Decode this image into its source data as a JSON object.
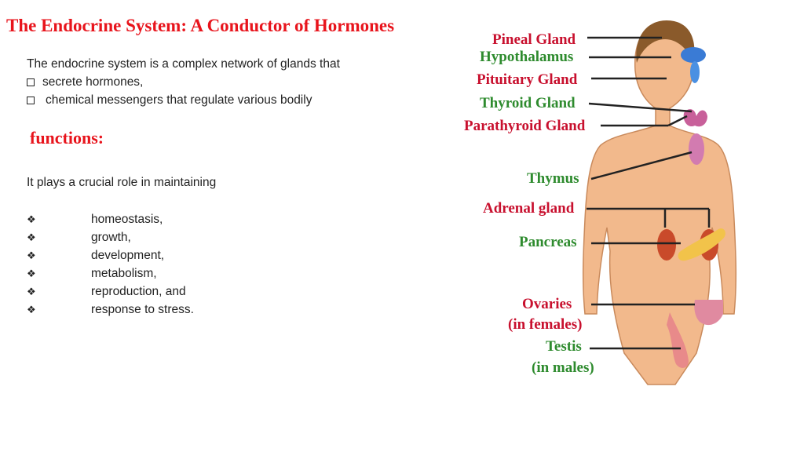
{
  "title": "The Endocrine System: A Conductor of Hormones",
  "intro": {
    "line1": "The endocrine system is a complex network of glands that",
    "checks": [
      {
        "text": "secrete hormones,"
      },
      {
        "text": "chemical messengers that regulate various bodily"
      }
    ]
  },
  "subheading": "functions:",
  "role_text": "It plays a crucial role in maintaining",
  "bullets": [
    {
      "text": "homeostasis,"
    },
    {
      "text": "growth,"
    },
    {
      "text": "development,"
    },
    {
      "text": "metabolism,"
    },
    {
      "text": "reproduction, and"
    },
    {
      "text": "response to stress."
    }
  ],
  "diagram": {
    "labels": [
      {
        "text": "Pineal Gland",
        "color": "#c8102e"
      },
      {
        "text": "Hypothalamus",
        "color": "#2e8b2e"
      },
      {
        "text": "Pituitary Gland",
        "color": "#c8102e"
      },
      {
        "text": "Thyroid Gland",
        "color": "#2e8b2e"
      },
      {
        "text": "Parathyroid Gland",
        "color": "#c8102e"
      },
      {
        "text": "Thymus",
        "color": "#2e8b2e"
      },
      {
        "text": "Adrenal gland",
        "color": "#c8102e"
      },
      {
        "text": "Pancreas",
        "color": "#2e8b2e"
      },
      {
        "text": "Ovaries",
        "color": "#c8102e"
      },
      {
        "text": "(in females)",
        "color": "#c8102e"
      },
      {
        "text": "Testis",
        "color": "#2e8b2e"
      },
      {
        "text": "(in males)",
        "color": "#2e8b2e"
      }
    ]
  },
  "colors": {
    "title": "#e8141c",
    "skin": "#f2b98c",
    "hair": "#8a5a2b"
  }
}
